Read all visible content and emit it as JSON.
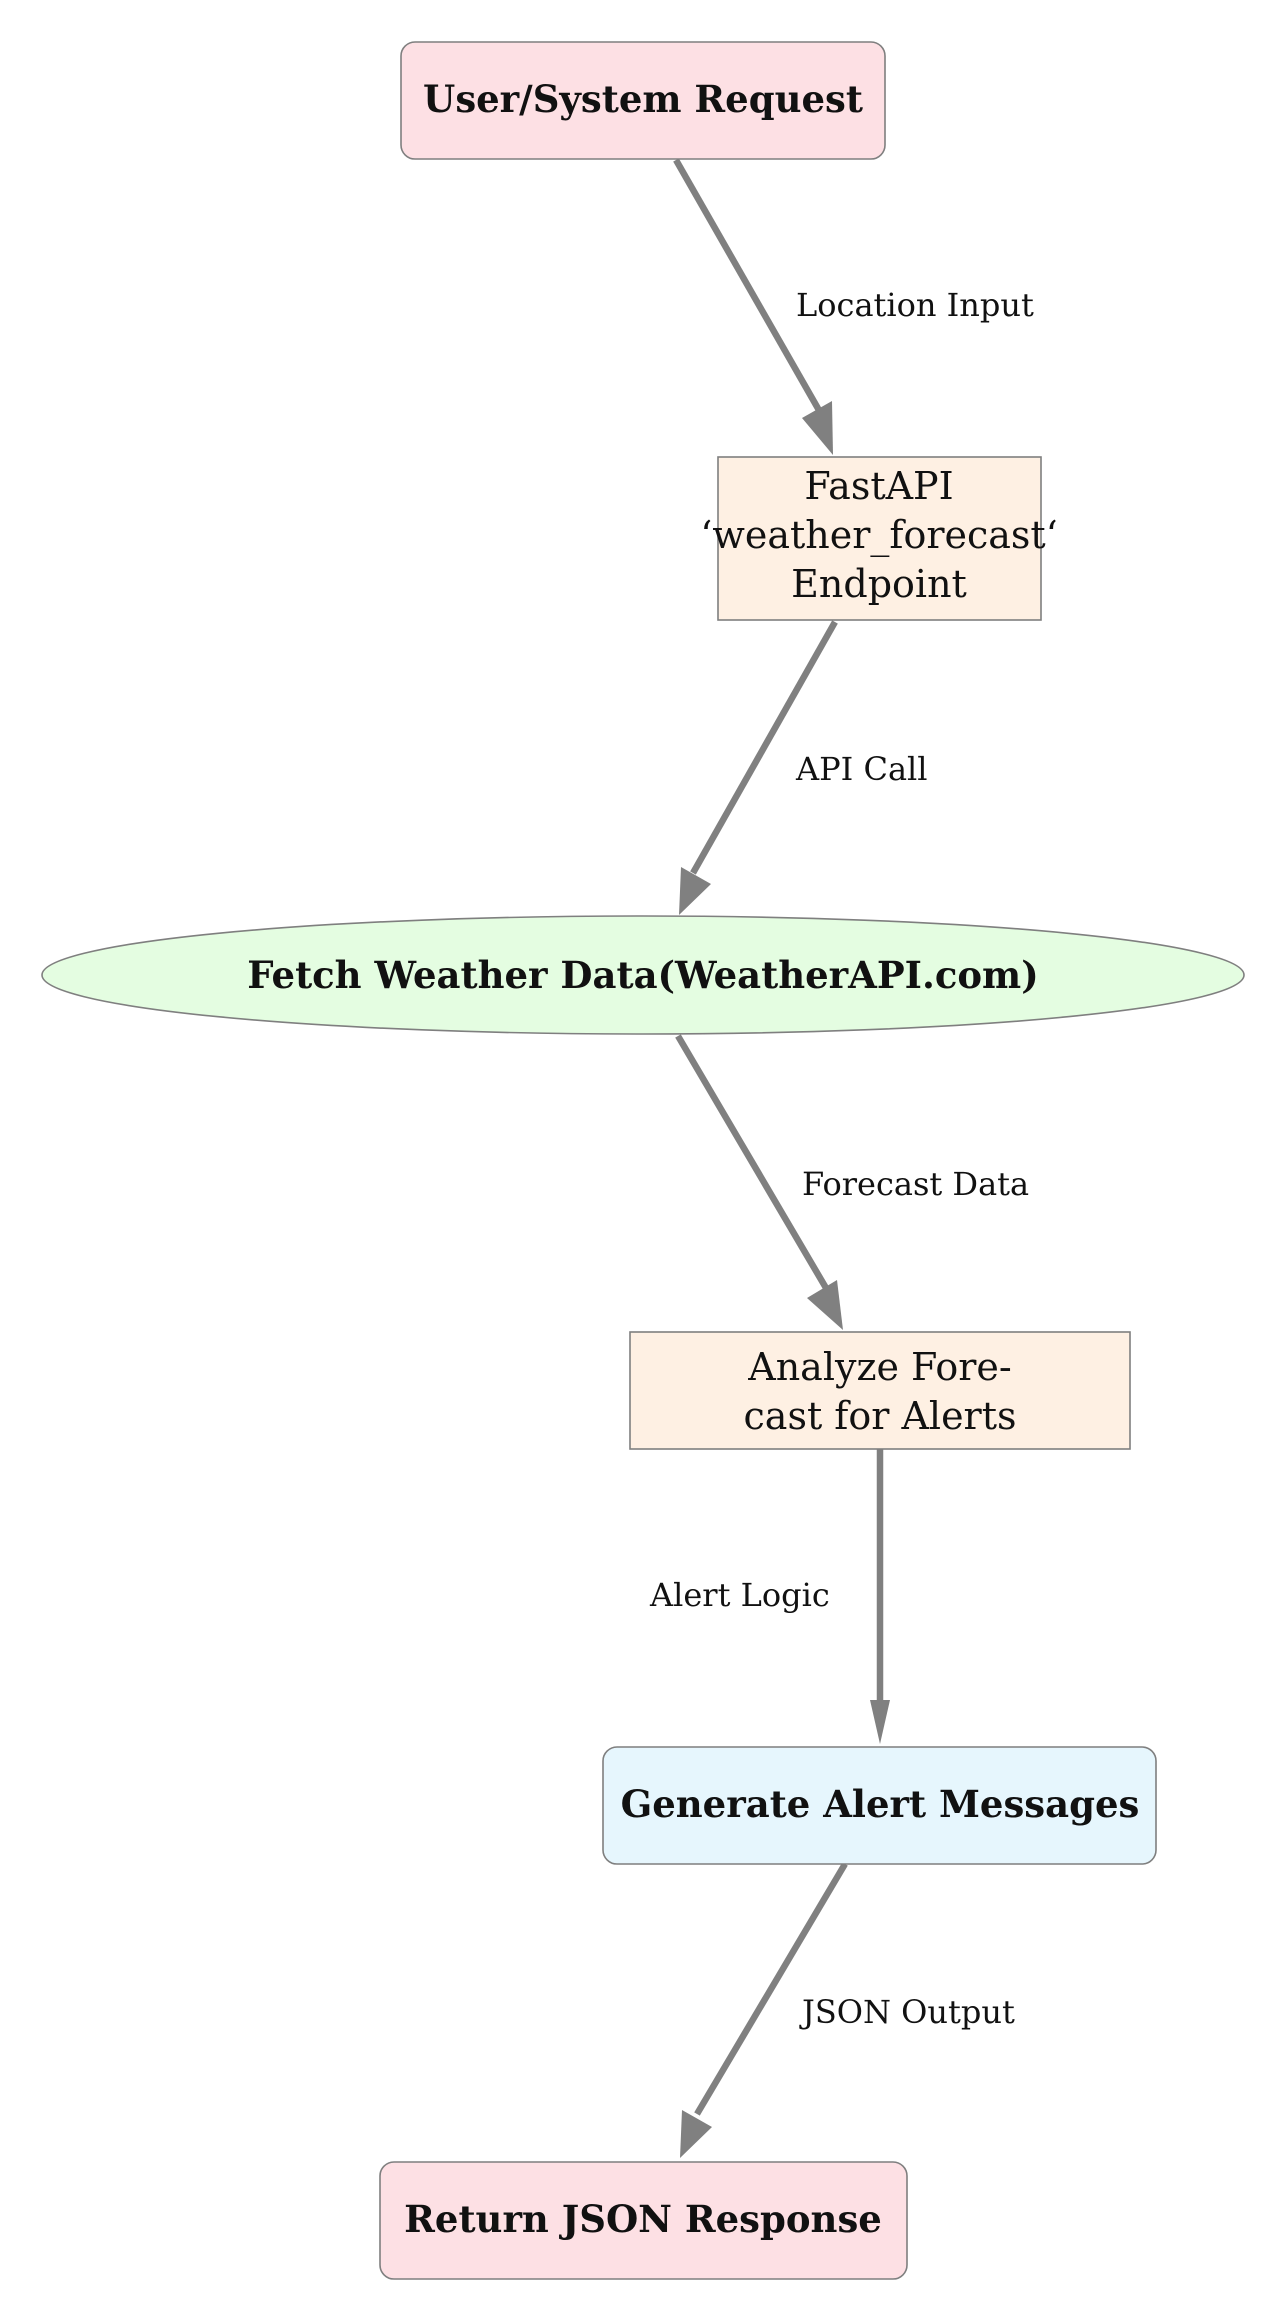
{
  "diagram": {
    "colors": {
      "terminal": "#fde0e4",
      "process": "#fef0e3",
      "data_source": "#e4fde1",
      "alert": "#e6f6fd",
      "edge": "#808080",
      "border": "#7f7f7f"
    },
    "nodes": {
      "request": {
        "lines": [
          "User/System Request"
        ]
      },
      "endpoint": {
        "lines": [
          "FastAPI",
          "‘weather_forecast‘",
          "Endpoint"
        ]
      },
      "fetch": {
        "lines": [
          "Fetch Weather Data(WeatherAPI.com)"
        ]
      },
      "analyze": {
        "lines": [
          "Analyze Fore-",
          "cast for Alerts"
        ]
      },
      "generate": {
        "lines": [
          "Generate Alert Messages"
        ]
      },
      "response": {
        "lines": [
          "Return JSON Response"
        ]
      }
    },
    "edges": {
      "location_input": "Location Input",
      "api_call": "API Call",
      "forecast_data": "Forecast Data",
      "alert_logic": "Alert Logic",
      "json_output": "JSON Output"
    }
  }
}
